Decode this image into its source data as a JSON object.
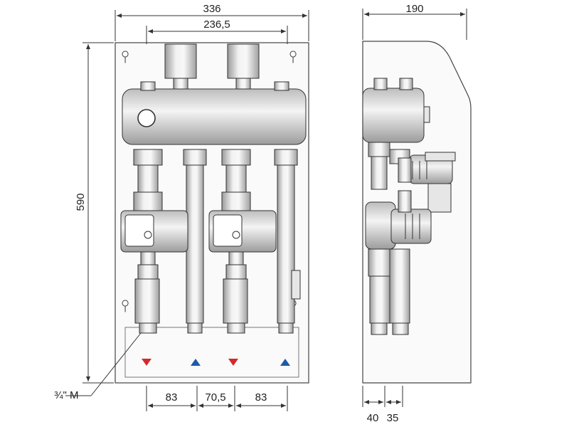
{
  "front_view": {
    "dim_total_width": "336",
    "dim_pipe_spacing": "236,5",
    "dim_height": "590",
    "dim_bottom_left": "83",
    "dim_bottom_mid": "70,5",
    "dim_bottom_right": "83",
    "connection_label": "¾\" M"
  },
  "side_view": {
    "dim_depth": "190",
    "dim_offset_a": "40",
    "dim_offset_b": "35"
  },
  "colors": {
    "supply_arrow": "#d42a2a",
    "return_arrow": "#1e5aa8",
    "line": "#333333",
    "metal_light": "#f4f4f4",
    "metal_dark": "#9a9a9a"
  },
  "arrows": [
    {
      "direction": "down",
      "color": "supply"
    },
    {
      "direction": "up",
      "color": "return"
    },
    {
      "direction": "down",
      "color": "supply"
    },
    {
      "direction": "up",
      "color": "return"
    }
  ]
}
